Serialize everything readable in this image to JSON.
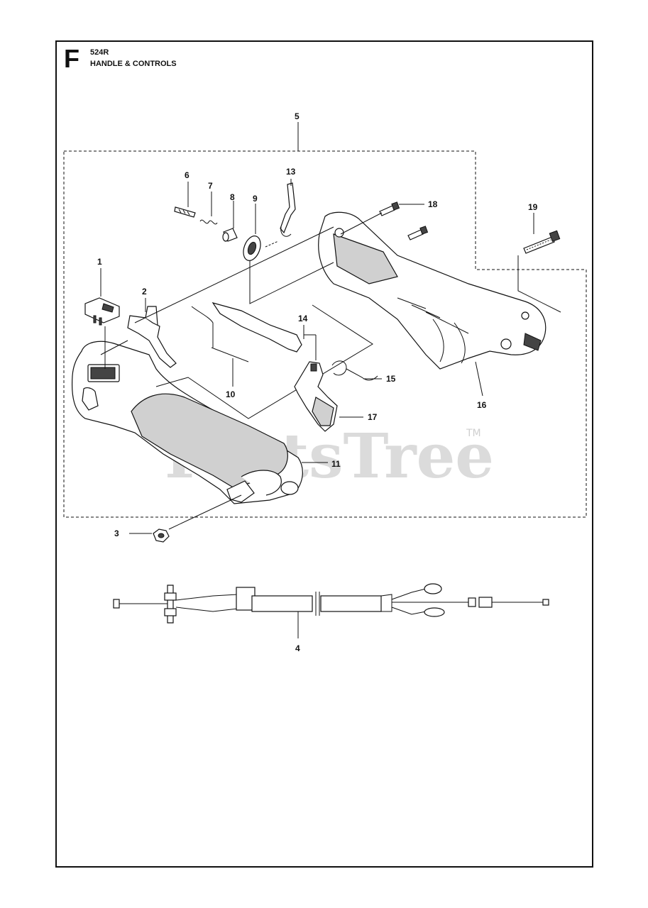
{
  "header": {
    "section_letter": "F",
    "model": "524R",
    "title": "HANDLE & CONTROLS"
  },
  "callouts": {
    "c1": "1",
    "c2": "2",
    "c3": "3",
    "c4": "4",
    "c5": "5",
    "c6": "6",
    "c7": "7",
    "c8": "8",
    "c9": "9",
    "c10": "10",
    "c11": "11",
    "c13": "13",
    "c14": "14",
    "c15": "15",
    "c16": "16",
    "c17": "17",
    "c18": "18",
    "c19": "19"
  },
  "watermark": {
    "text": "PartsTree",
    "tm": "TM"
  }
}
